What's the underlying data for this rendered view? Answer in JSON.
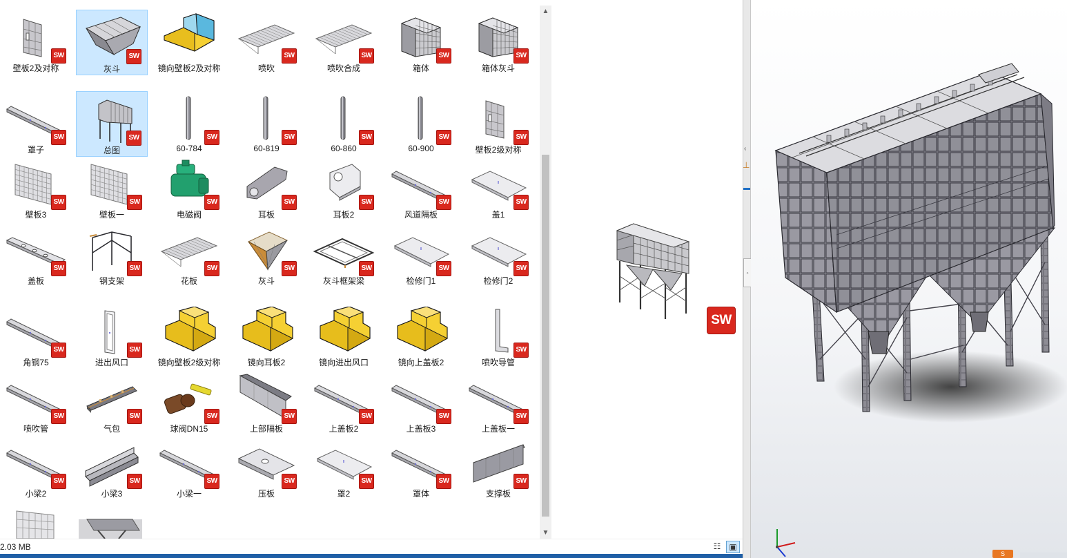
{
  "explorer": {
    "items": [
      {
        "label": "壁板2及对称",
        "kind": "wallpanel",
        "sw": true
      },
      {
        "label": "灰斗",
        "kind": "hopper",
        "sw": true,
        "selected": true
      },
      {
        "label": "镜向壁板2及对称",
        "kind": "yellow-blue",
        "sw": false
      },
      {
        "label": "喷吹",
        "kind": "grid-flat",
        "sw": true
      },
      {
        "label": "喷吹合成",
        "kind": "grid-flat",
        "sw": true
      },
      {
        "label": "箱体",
        "kind": "box",
        "sw": true
      },
      {
        "label": "箱体灰斗",
        "kind": "box",
        "sw": true
      },
      {
        "label": "罩子",
        "kind": "beam",
        "sw": true
      },
      {
        "label": "总图",
        "kind": "assembly",
        "sw": true,
        "selected": true
      },
      {
        "label": "60-784",
        "kind": "rod",
        "sw": true
      },
      {
        "label": "60-819",
        "kind": "rod",
        "sw": true
      },
      {
        "label": "60-860",
        "kind": "rod",
        "sw": true
      },
      {
        "label": "60-900",
        "kind": "rod",
        "sw": true
      },
      {
        "label": "壁板2级对称",
        "kind": "wallpanel",
        "sw": true
      },
      {
        "label": "壁板3",
        "kind": "mesh",
        "sw": true
      },
      {
        "label": "壁板一",
        "kind": "mesh",
        "sw": true
      },
      {
        "label": "电磁阀",
        "kind": "valve",
        "sw": true
      },
      {
        "label": "耳板",
        "kind": "ear",
        "sw": true
      },
      {
        "label": "耳板2",
        "kind": "ear2",
        "sw": true
      },
      {
        "label": "风道隔板",
        "kind": "beam",
        "sw": true
      },
      {
        "label": "盖1",
        "kind": "plate",
        "sw": true
      },
      {
        "label": "盖板",
        "kind": "holeplate",
        "sw": true
      },
      {
        "label": "钢支架",
        "kind": "frame",
        "sw": true
      },
      {
        "label": "花板",
        "kind": "grid-flat",
        "sw": true
      },
      {
        "label": "灰斗",
        "kind": "hopper2",
        "sw": true
      },
      {
        "label": "灰斗框架梁",
        "kind": "frameflat",
        "sw": true
      },
      {
        "label": "检修门1",
        "kind": "plate",
        "sw": true
      },
      {
        "label": "检修门2",
        "kind": "plate",
        "sw": true
      },
      {
        "label": "角钢75",
        "kind": "beam",
        "sw": true
      },
      {
        "label": "进出风口",
        "kind": "door",
        "sw": true
      },
      {
        "label": "镜向壁板2级对称",
        "kind": "yellow",
        "sw": false
      },
      {
        "label": "镜向耳板2",
        "kind": "yellow",
        "sw": false
      },
      {
        "label": "镜向进出风口",
        "kind": "yellow",
        "sw": false
      },
      {
        "label": "镜向上盖板2",
        "kind": "yellow",
        "sw": false
      },
      {
        "label": "喷吹导管",
        "kind": "pipe",
        "sw": true
      },
      {
        "label": "喷吹管",
        "kind": "beam",
        "sw": true
      },
      {
        "label": "气包",
        "kind": "tank",
        "sw": true
      },
      {
        "label": "球阀DN15",
        "kind": "ballvalve",
        "sw": true
      },
      {
        "label": "上部隔板",
        "kind": "sheet",
        "sw": true
      },
      {
        "label": "上盖板2",
        "kind": "beam",
        "sw": true
      },
      {
        "label": "上盖板3",
        "kind": "beam",
        "sw": true
      },
      {
        "label": "上盖板一",
        "kind": "beam",
        "sw": true
      },
      {
        "label": "小梁2",
        "kind": "beam",
        "sw": true
      },
      {
        "label": "小梁3",
        "kind": "channel",
        "sw": true
      },
      {
        "label": "小梁一",
        "kind": "beam",
        "sw": true
      },
      {
        "label": "压板",
        "kind": "pressplate",
        "sw": true
      },
      {
        "label": "罩2",
        "kind": "plate",
        "sw": true
      },
      {
        "label": "罩体",
        "kind": "beam",
        "sw": true
      },
      {
        "label": "支撑板",
        "kind": "support",
        "sw": true
      }
    ],
    "status_size": "2.03 MB",
    "sw_badge": "SW",
    "view_icons": [
      "details-view-icon",
      "large-icons-view-icon"
    ]
  },
  "preview": {
    "badge": "SW"
  },
  "solidworks": {
    "logo_text": "S"
  },
  "colors": {
    "selection": "#cce8ff",
    "sw_red": "#d9281e",
    "yellow": "#f5d033",
    "steel": "#8f8f96"
  }
}
